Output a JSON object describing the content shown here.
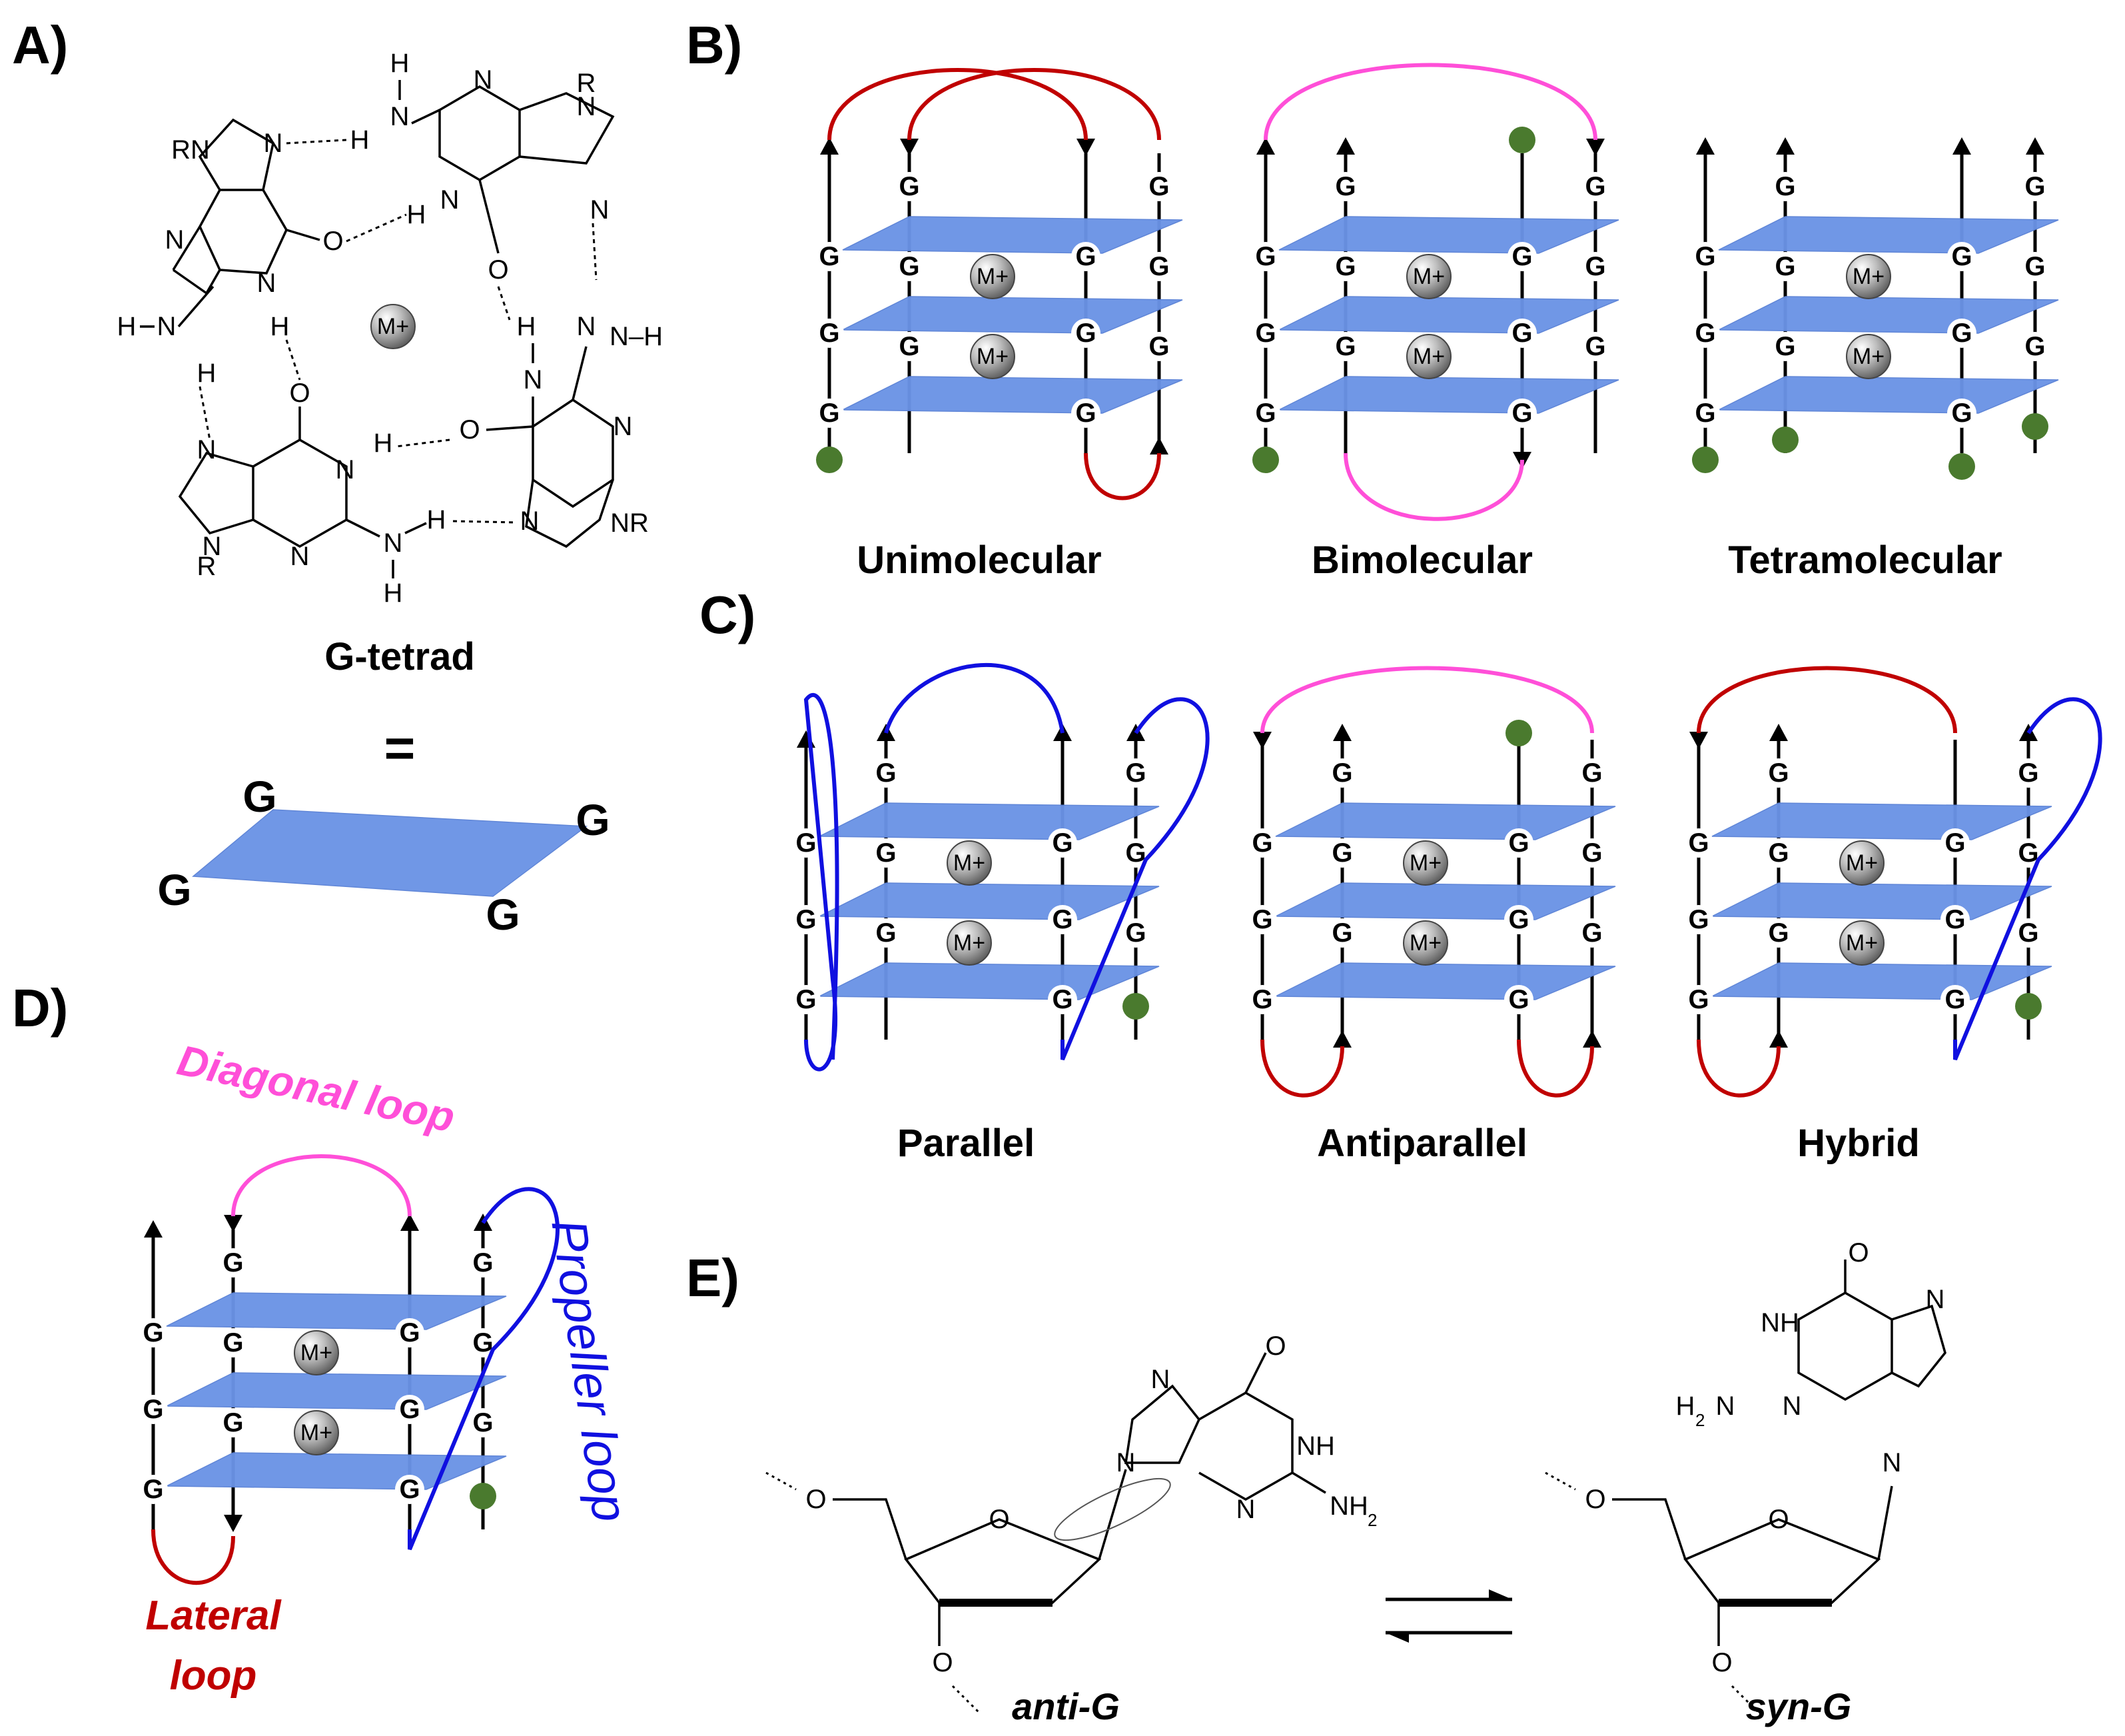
{
  "panels": {
    "a": "A)",
    "b": "B)",
    "c": "C)",
    "d": "D)",
    "e": "E)"
  },
  "tetrad": {
    "caption": "G-tetrad",
    "equals": "=",
    "g_label": "G",
    "metal": "M+",
    "atoms": {
      "N": "N",
      "H": "H",
      "O": "O",
      "R": "R",
      "RN": "RN",
      "NR": "NR",
      "HN": "H–N",
      "NH": "N–H"
    }
  },
  "molecularity": {
    "unimolecular": "Unimolecular",
    "bimolecular": "Bimolecular",
    "tetramolecular": "Tetramolecular"
  },
  "topology": {
    "parallel": "Parallel",
    "antiparallel": "Antiparallel",
    "hybrid": "Hybrid"
  },
  "loops": {
    "diagonal": "Diagonal loop",
    "propeller": "Propeller loop",
    "lateral_1": "Lateral",
    "lateral_2": "loop"
  },
  "nucleoside": {
    "anti": "anti-G",
    "syn": "syn-G",
    "nh2": "NH",
    "h2n": "H",
    "sub2": "2"
  },
  "colors": {
    "plane": "#6b93e6",
    "lateral_loop": "#c00000",
    "diagonal_loop": "#ff4fd8",
    "propeller_loop": "#1010e0",
    "terminal_dot": "#4a7a2e"
  }
}
